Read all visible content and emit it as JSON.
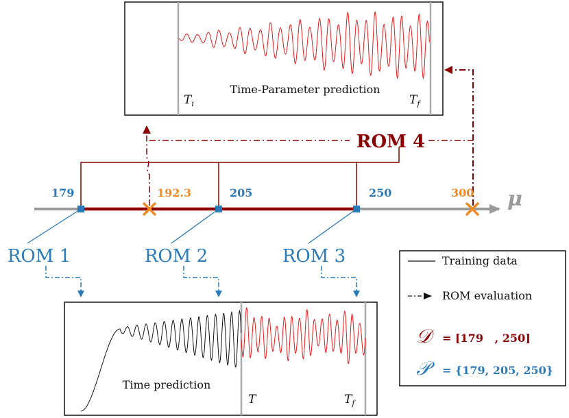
{
  "colors": {
    "dark_red": "#8b0000",
    "red": "#e8191a",
    "blue": "#2a7ab8",
    "orange": "#f08a24",
    "gray": "#9a9a9a",
    "black": "#111111"
  },
  "axis": {
    "symbol": "μ"
  },
  "ticks": [
    {
      "label": "179",
      "kind": "training"
    },
    {
      "label": "192.3",
      "kind": "evaluation"
    },
    {
      "label": "205",
      "kind": "training"
    },
    {
      "label": "250",
      "kind": "training"
    },
    {
      "label": "300",
      "kind": "evaluation"
    }
  ],
  "roms": {
    "rom1": "ROM 1",
    "rom2": "ROM 2",
    "rom3": "ROM 3",
    "rom4": "ROM 4"
  },
  "top_panel": {
    "title": "Time-Parameter prediction",
    "marker_left": "T",
    "marker_left_sub": "i",
    "marker_right": "T",
    "marker_right_sub": "f"
  },
  "bottom_panel": {
    "title": "Time prediction",
    "marker_left": "T",
    "marker_right": "T",
    "marker_right_sub": "f"
  },
  "legend": {
    "training": "Training data",
    "evaluation": "ROM evaluation",
    "d_symbol": "𝒟",
    "d_value": "= [179   , 250]",
    "p_symbol": "𝒫",
    "p_value": "= {179, 205, 250}"
  }
}
